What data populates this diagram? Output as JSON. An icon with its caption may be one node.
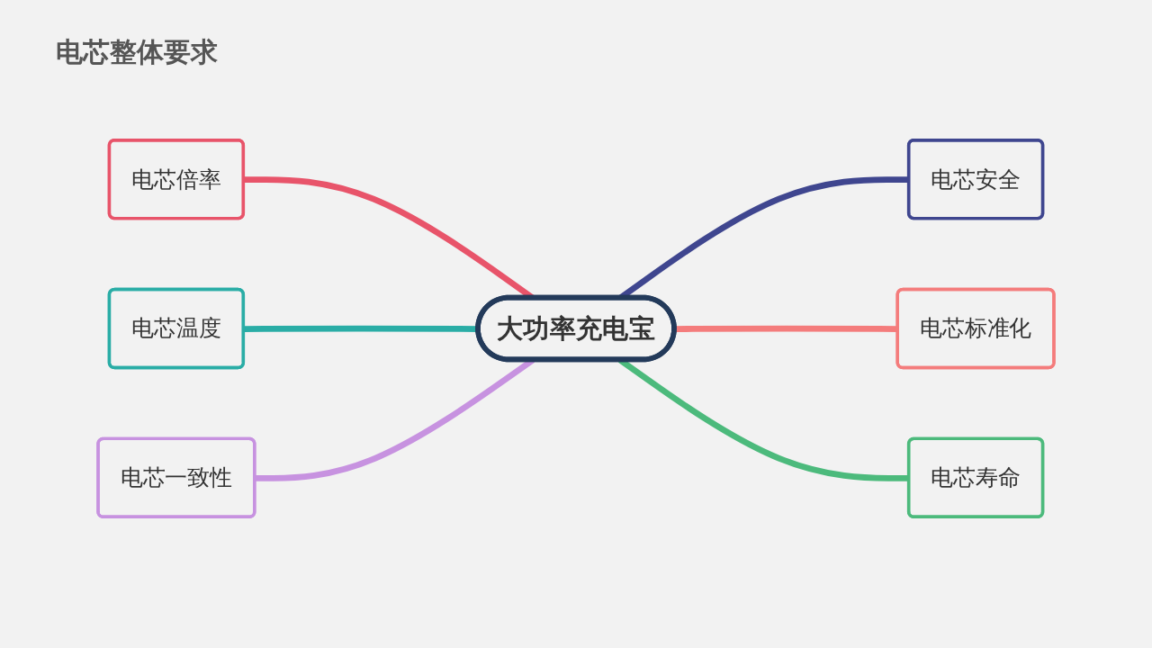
{
  "diagram": {
    "title": "电芯整体要求",
    "nodes": [
      {
        "text": [
          "大功率充电宝"
        ]
      },
      {
        "text": [
          "电芯倍率"
        ]
      },
      {
        "text": [
          "电芯温度"
        ]
      },
      {
        "text": [
          "电芯一致性"
        ]
      },
      {
        "text": [
          "电芯安全"
        ]
      },
      {
        "text": [
          "电芯标准化"
        ]
      },
      {
        "text": [
          "电芯寿命"
        ]
      }
    ],
    "edges": [
      {
        "from": 1,
        "to": 0,
        "arrow": "none",
        "color": "#e8546a"
      },
      {
        "from": 2,
        "to": 0,
        "arrow": "none",
        "color": "#2aada6"
      },
      {
        "from": 3,
        "to": 0,
        "arrow": "none",
        "color": "#c792e0"
      },
      {
        "from": 0,
        "to": 4,
        "arrow": "none",
        "color": "#3f468f"
      },
      {
        "from": 0,
        "to": 5,
        "arrow": "none",
        "color": "#f47c7c"
      },
      {
        "from": 0,
        "to": 6,
        "arrow": "none",
        "color": "#4cba7c"
      }
    ]
  }
}
